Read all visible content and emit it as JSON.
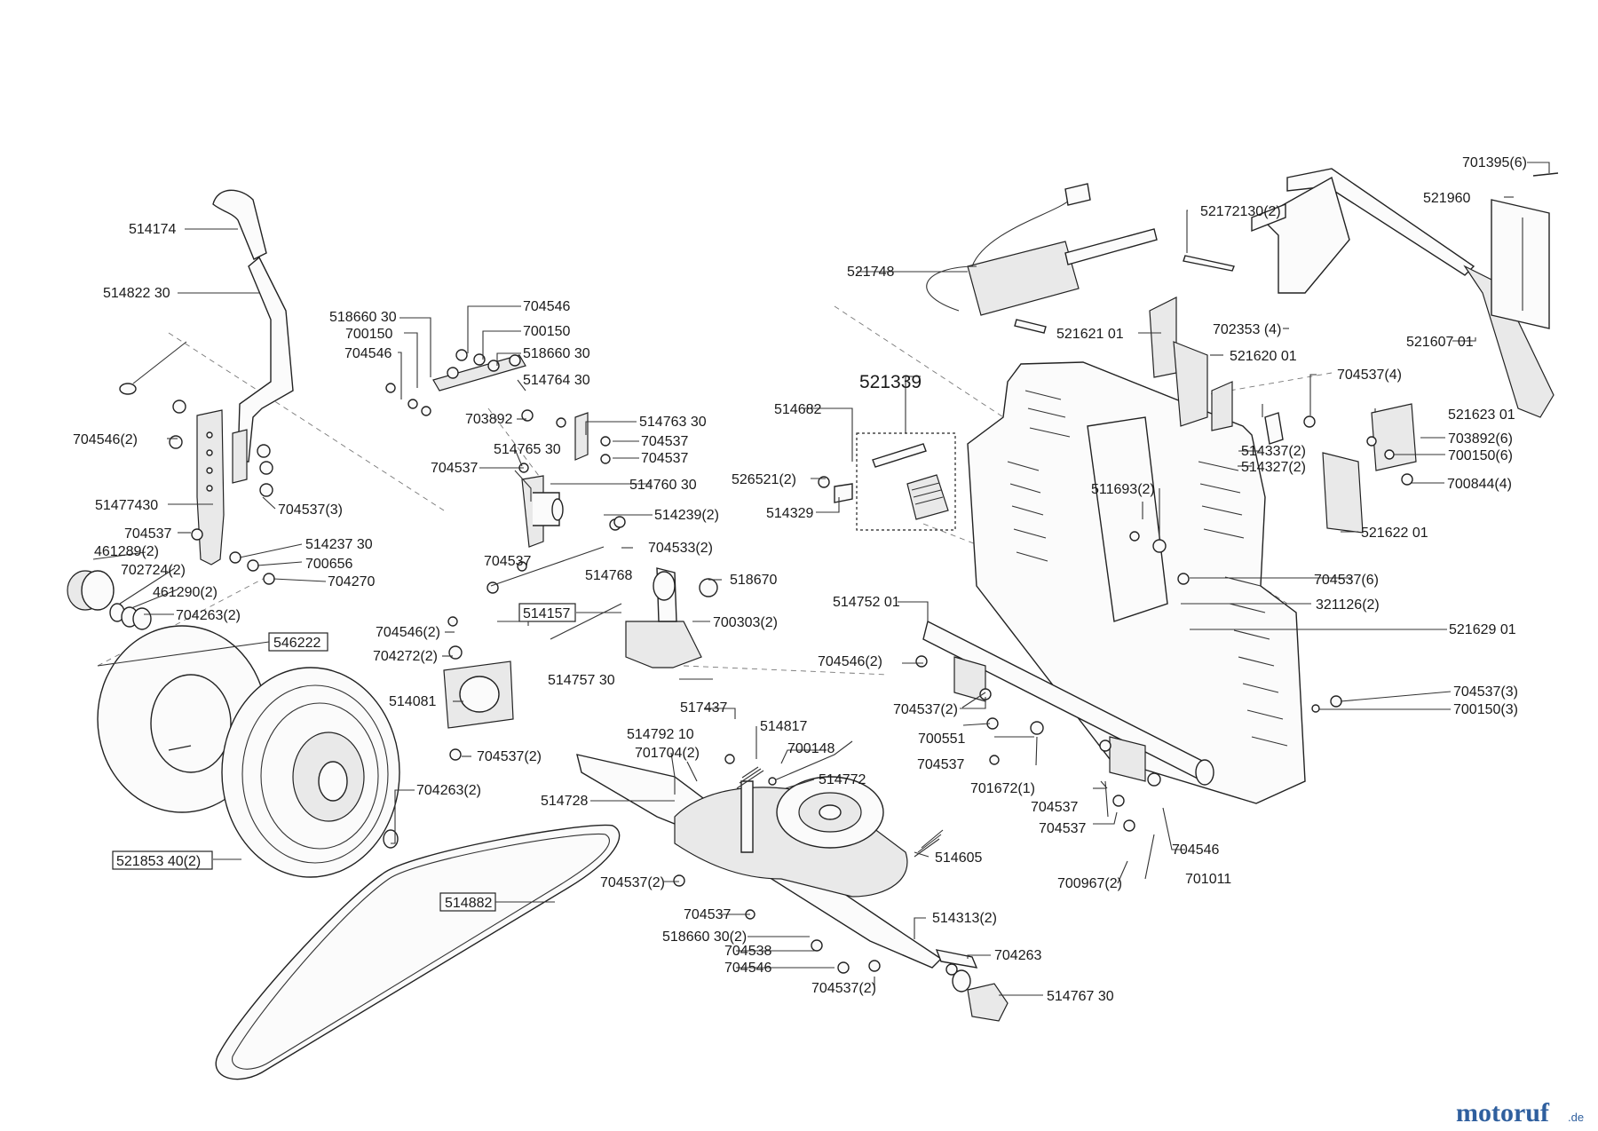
{
  "labels": {
    "p514174": "514174",
    "p514822_30": "514822 30",
    "p704546_2_a": "704546(2)",
    "p51477430": "51477430",
    "p704537_3_a": "704537(3)",
    "p704537_a": "704537",
    "p461289_2": "461289(2)",
    "p702724_2": "702724(2)",
    "p461290_2": "461290(2)",
    "p704263_2_a": "704263(2)",
    "p514237_30": "514237 30",
    "p700656": "700656",
    "p704270": "704270",
    "p546222": "546222",
    "p521853_40_2": "521853 40(2)",
    "p514882": "514882",
    "p704263_2_b": "704263(2)",
    "p518660_30_a": "518660 30",
    "p700150_a": "700150",
    "p704546_a": "704546",
    "p704546_b": "704546",
    "p700150_b": "700150",
    "p518660_30_b": "518660 30",
    "p514764_30": "514764 30",
    "p703892": "703892",
    "p514763_30": "514763 30",
    "p514765_30": "514765 30",
    "p704537_b": "704537",
    "p704537_c": "704537",
    "p704537_d": "704537",
    "p514760_30": "514760 30",
    "p514239_2": "514239(2)",
    "p704533_2": "704533(2)",
    "p704537_e": "704537",
    "p514768": "514768",
    "p518670": "518670",
    "p514157": "514157",
    "p700303_2": "700303(2)",
    "p514757_30": "514757 30",
    "p704546_2_b": "704546(2)",
    "p704272_2": "704272(2)",
    "p514081": "514081",
    "p704537_2_a": "704537(2)",
    "p517437": "517437",
    "p514817": "514817",
    "p514792_10": "514792 10",
    "p701704_2": "701704(2)",
    "p700148": "700148",
    "p514772": "514772",
    "p514728": "514728",
    "p514605": "514605",
    "p704537_2_b": "704537(2)",
    "p704537_f": "704537",
    "p514313_2": "514313(2)",
    "p518660_30_2": "518660 30(2)",
    "p704538": "704538",
    "p704546_c": "704546",
    "p704263": "704263",
    "p704537_2_c": "704537(2)",
    "p514767_30": "514767 30",
    "p521339": "521339",
    "p514682": "514682",
    "p526521_2": "526521(2)",
    "p514329": "514329",
    "p521748": "521748",
    "p52172130_2": "52172130(2)",
    "p521621_01": "521621 01",
    "p702353_4": "702353 (4)",
    "p521620_01": "521620 01",
    "p701395_6": "701395(6)",
    "p521960": "521960",
    "p521607_01": "521607 01",
    "p704537_4": "704537(4)",
    "p521623_01": "521623 01",
    "p514337_2": "514337(2)",
    "p514327_2": "514327(2)",
    "p703892_6": "703892(6)",
    "p700150_6": "700150(6)",
    "p700844_4": "700844(4)",
    "p511693_2": "511693(2)",
    "p521622_01": "521622 01",
    "p704537_6": "704537(6)",
    "p321126_2": "321126(2)",
    "p514752_01": "514752 01",
    "p521629_01": "521629 01",
    "p704546_2_c": "704546(2)",
    "p704537_2_d": "704537(2)",
    "p700551": "700551",
    "p704537_g": "704537",
    "p701672_1": "701672(1)",
    "p704537_3_b": "704537(3)",
    "p700150_3": "700150(3)",
    "p704537_h": "704537",
    "p704537_i": "704537",
    "p704546_d": "704546",
    "p700967_2": "700967(2)",
    "p701011": "701011"
  },
  "watermark": {
    "logo_text": "motoruf",
    "logo_suffix": ".de"
  },
  "colors": {
    "logo_primary": "#2f5f9e",
    "logo_accent": "#e07b1a",
    "line": "#333333"
  }
}
